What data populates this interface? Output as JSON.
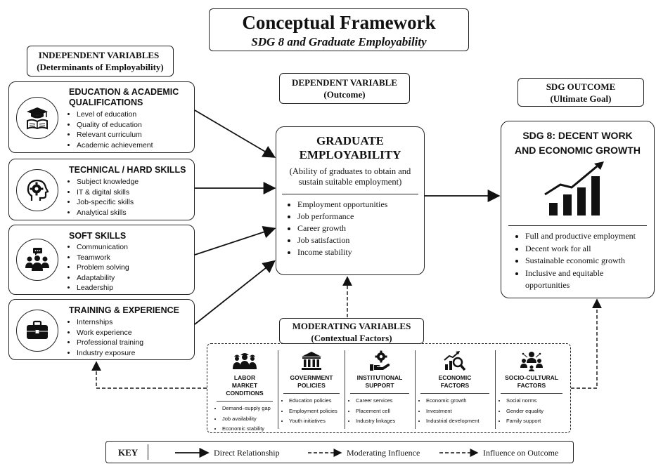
{
  "title": {
    "main": "Conceptual Framework",
    "subtitle": "SDG 8 and Graduate Employability"
  },
  "independent_header": {
    "line1": "INDEPENDENT VARIABLES",
    "line2": "(Determinants of Employability)"
  },
  "dependent_header": {
    "line1": "DEPENDENT VARIABLE",
    "line2": "(Outcome)"
  },
  "sdg_header": {
    "line1": "SDG OUTCOME",
    "line2": "(Ultimate Goal)"
  },
  "independent_cards": [
    {
      "title": "EDUCATION & ACADEMIC QUALIFICATIONS",
      "icon": "graduation-cap-book-icon",
      "items": [
        "Level of education",
        "Quality of education",
        "Relevant curriculum",
        "Academic achievement"
      ]
    },
    {
      "title": "TECHNICAL / HARD SKILLS",
      "icon": "head-gear-icon",
      "items": [
        "Subject knowledge",
        "IT & digital skills",
        "Job-specific skills",
        "Analytical skills"
      ]
    },
    {
      "title": "SOFT SKILLS",
      "icon": "people-chat-icon",
      "items": [
        "Communication",
        "Teamwork",
        "Problem solving",
        "Adaptability",
        "Leadership"
      ]
    },
    {
      "title": "TRAINING & EXPERIENCE",
      "icon": "briefcase-icon",
      "items": [
        "Internships",
        "Work experience",
        "Professional training",
        "Industry exposure"
      ]
    }
  ],
  "graduate_employability": {
    "title": "GRADUATE EMPLOYABILITY",
    "description": "(Ability of graduates to obtain and sustain suitable employment)",
    "items": [
      "Employment opportunities",
      "Job performance",
      "Career growth",
      "Job satisfaction",
      "Income stability"
    ]
  },
  "sdg_outcome": {
    "title": "SDG 8: DECENT WORK AND ECONOMIC GROWTH",
    "icon": "growth-bar-chart-icon",
    "items": [
      "Full and productive employment",
      "Decent work for all",
      "Sustainable economic growth",
      "Inclusive and equitable opportunities"
    ]
  },
  "moderating_header": {
    "line1": "MODERATING VARIABLES",
    "line2": "(Contextual Factors)"
  },
  "moderating_factors": [
    {
      "title": "LABOR MARKET CONDITIONS",
      "icon": "workers-group-icon",
      "items": [
        "Demand–supply gap",
        "Job availability",
        "Economic stability"
      ]
    },
    {
      "title": "GOVERNMENT POLICIES",
      "icon": "government-building-icon",
      "items": [
        "Education policies",
        "Employment policies",
        "Youth initiatives"
      ]
    },
    {
      "title": "INSTITUTIONAL SUPPORT",
      "icon": "hand-gear-icon",
      "items": [
        "Career services",
        "Placement cell",
        "Industry linkages"
      ]
    },
    {
      "title": "ECONOMIC FACTORS",
      "icon": "chart-magnifier-icon",
      "items": [
        "Economic growth",
        "Investment",
        "Industrial development"
      ]
    },
    {
      "title": "SOCIO-CULTURAL FACTORS",
      "icon": "community-network-icon",
      "items": [
        "Social norms",
        "Gender equality",
        "Family support"
      ]
    }
  ],
  "key": {
    "label": "KEY",
    "direct": "Direct Relationship",
    "moderating": "Moderating Influence",
    "outcome": "Influence on Outcome"
  }
}
